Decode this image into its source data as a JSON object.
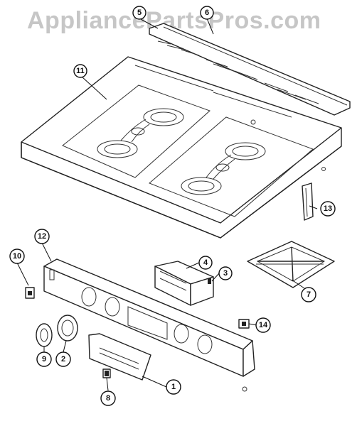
{
  "watermark": "AppliancePartsPros.com",
  "callouts": [
    {
      "id": "11",
      "label": "11"
    },
    {
      "id": "5",
      "label": "5"
    },
    {
      "id": "6",
      "label": "6"
    },
    {
      "id": "13",
      "label": "13"
    },
    {
      "id": "12",
      "label": "12"
    },
    {
      "id": "10",
      "label": "10"
    },
    {
      "id": "4",
      "label": "4"
    },
    {
      "id": "3",
      "label": "3"
    },
    {
      "id": "7",
      "label": "7"
    },
    {
      "id": "14",
      "label": "14"
    },
    {
      "id": "9",
      "label": "9"
    },
    {
      "id": "2",
      "label": "2"
    },
    {
      "id": "1",
      "label": "1"
    },
    {
      "id": "8",
      "label": "8"
    }
  ]
}
